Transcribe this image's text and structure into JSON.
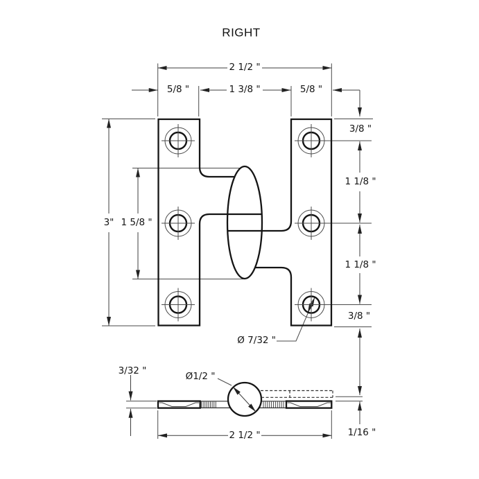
{
  "title": "RIGHT",
  "colors": {
    "line": "#141414",
    "dim_line": "#3d3d3d",
    "background": "#ffffff"
  },
  "front_view": {
    "labels": {
      "overall_width": "2 1/2 \"",
      "left_leaf_width": "5/8 \"",
      "center_span": "1 3/8 \"",
      "right_leaf_width": "5/8 \"",
      "overall_height": "3\"",
      "knuckle_height": "1 5/8 \"",
      "top_hole_offset": "3/8 \"",
      "upper_hole_spacing": "1 1/8 \"",
      "lower_hole_spacing": "1 1/8 \"",
      "bottom_hole_offset": "3/8 \"",
      "screw_hole_diameter": "Ø 7/32 \""
    }
  },
  "side_view": {
    "labels": {
      "leaf_thickness": "3/32 \"",
      "knuckle_diameter": "Ø1/2 \"",
      "overall_width": "2 1/2 \"",
      "leaf_clearance": "1/16 \""
    }
  }
}
